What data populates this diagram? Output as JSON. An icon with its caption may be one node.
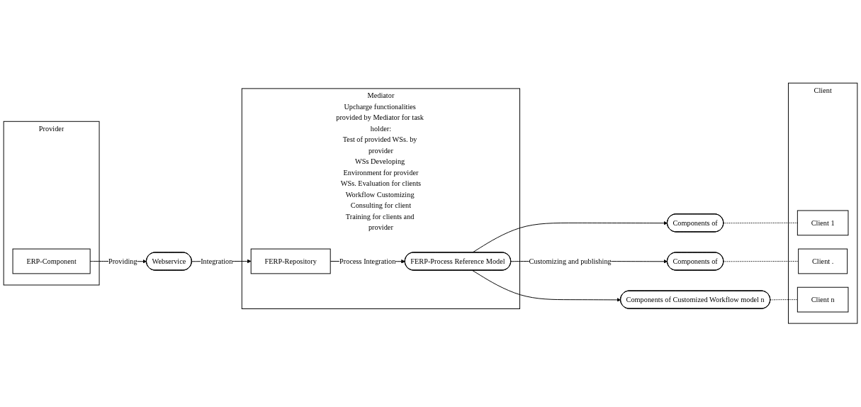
{
  "diagram": {
    "nodes": [
      {
        "text": [
          "Provider"
        ]
      },
      {
        "text": [
          "ERP-Component"
        ],
        "in": 0
      },
      {
        "text": [
          "Webservice"
        ]
      },
      {
        "text": [
          "Mediator",
          "Upcharge functionalities provided by Mediator for task holder:",
          "Test of provided WSs. by provider",
          "WSs Developing Environment for provider",
          "WSs. Evaluation for clients",
          "Workflow Customizing Consulting for client",
          "Training for clients and provider"
        ]
      },
      {
        "text": [
          "FERP-Repository"
        ],
        "in": 3
      },
      {
        "text": [
          "FERP-Process Reference Model"
        ],
        "in": 3
      },
      {
        "text": [
          "Components of"
        ]
      },
      {
        "text": [
          "Components of"
        ]
      },
      {
        "text": [
          "Components of Customized Workflow model n"
        ]
      },
      {
        "text": [
          "Client"
        ]
      },
      {
        "text": [
          "Client 1"
        ],
        "in": 9
      },
      {
        "text": [
          "Client ."
        ],
        "in": 9
      },
      {
        "text": [
          "Client n"
        ],
        "in": 9
      }
    ],
    "edges": [
      {
        "from": 1,
        "to": 2,
        "arrow": "to",
        "label": "Providing"
      },
      {
        "from": 2,
        "to": 4,
        "arrow": "to",
        "label": "Integration"
      },
      {
        "from": 4,
        "to": 5,
        "arrow": "to",
        "label": "Process Integration"
      },
      {
        "from": 5,
        "to": 6,
        "arrow": "to"
      },
      {
        "from": 5,
        "to": 7,
        "arrow": "to",
        "label": "Customizing and publishing"
      },
      {
        "from": 5,
        "to": 8,
        "arrow": "to"
      },
      {
        "from": 6,
        "to": 10,
        "arrow": "none",
        "style": "dashed"
      },
      {
        "from": 7,
        "to": 11,
        "arrow": "none",
        "style": "dashed"
      },
      {
        "from": 8,
        "to": 12,
        "arrow": "none",
        "style": "dashed"
      }
    ]
  }
}
